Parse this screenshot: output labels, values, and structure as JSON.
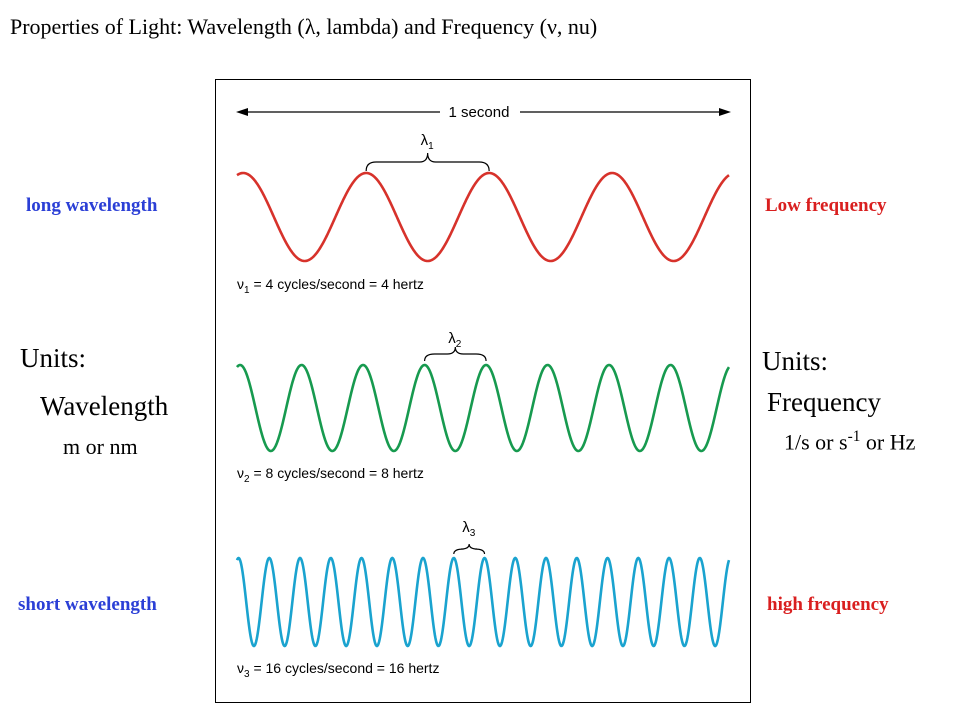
{
  "title": "Properties of Light: Wavelength (λ, lambda) and Frequency (ν, nu)",
  "time_span_label": "1 second",
  "colors": {
    "blue_label": "#2b3fd6",
    "red_label": "#d91f1f",
    "wave1": "#d7322b",
    "wave2": "#179a4f",
    "wave3": "#1aa3cf"
  },
  "waves": [
    {
      "cycles": 4,
      "lambda": {
        "symbol": "λ",
        "sub": "1"
      },
      "caption": {
        "symbol": "ν",
        "sub": "1",
        "text": " = 4 cycles/second = 4 hertz"
      }
    },
    {
      "cycles": 8,
      "lambda": {
        "symbol": "λ",
        "sub": "2"
      },
      "caption": {
        "symbol": "ν",
        "sub": "2",
        "text": " = 8 cycles/second = 8 hertz"
      }
    },
    {
      "cycles": 16,
      "lambda": {
        "symbol": "λ",
        "sub": "3"
      },
      "caption": {
        "symbol": "ν",
        "sub": "3",
        "text": " = 16 cycles/second = 16 hertz"
      }
    }
  ],
  "left": {
    "top_label": "long wavelength",
    "units_heading": "Units:",
    "unit_name": "Wavelength",
    "unit_value": "m or nm",
    "bottom_label": "short wavelength"
  },
  "right": {
    "top_label": "Low frequency",
    "units_heading": "Units:",
    "unit_name": "Frequency",
    "unit_value_prefix": "1/s or s",
    "unit_value_sup": "-1",
    "unit_value_suffix": " or Hz",
    "bottom_label": "high frequency"
  }
}
